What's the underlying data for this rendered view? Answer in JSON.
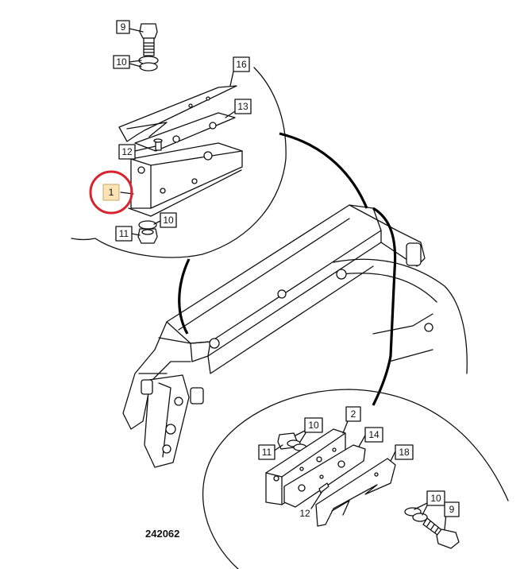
{
  "figure_number": "242062",
  "callouts": {
    "top_bolt": "9",
    "top_washers": "10",
    "top_shim": "16",
    "top_plate": "13",
    "top_screw": "12",
    "top_pad": "1",
    "top_washer_lower": "10",
    "top_nut": "11",
    "bot_pad": "2",
    "bot_washers_nut": "10",
    "bot_nut": "11",
    "bot_plate": "14",
    "bot_shim": "18",
    "bot_screw": "12",
    "bot_washers": "10",
    "bot_bolt": "9"
  },
  "highlight": {
    "color": "#d9232f",
    "fill": "#fbe3b4",
    "target": "top_pad"
  }
}
